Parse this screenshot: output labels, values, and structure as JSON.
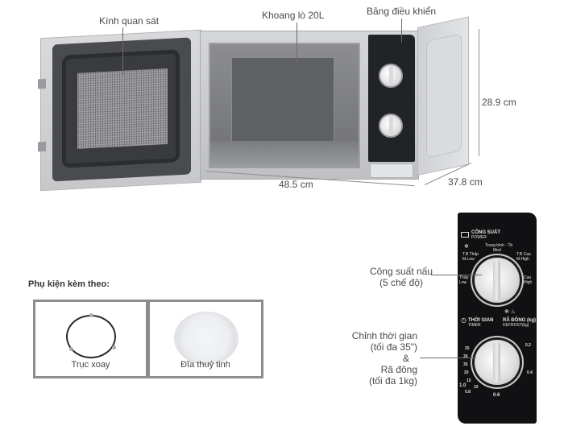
{
  "product_image": {
    "callouts": {
      "viewing_window": "Kính quan sát",
      "cavity": "Khoang lò 20L",
      "control_panel": "Bảng điều khiển"
    },
    "dimensions": {
      "width": "48.5 cm",
      "height": "28.9 cm",
      "depth": "37.8 cm"
    }
  },
  "accessories": {
    "title": "Phụ kiện kèm theo:",
    "items": [
      {
        "name": "Trục xoay",
        "icon": "turntable-ring-icon"
      },
      {
        "name": "Đĩa thuỷ tinh",
        "icon": "glass-plate-icon"
      }
    ]
  },
  "control_panel_closeup": {
    "callouts": {
      "power_line1": "Công suất nấu",
      "power_line2": "(5 chế độ)",
      "timer_line1": "Chỉnh thời gian",
      "timer_line2": "(tối đa 35\")",
      "timer_line3": "&",
      "timer_line4": "Rã đông",
      "timer_line5": "(tối đa 1kg)"
    },
    "panel": {
      "power_heading": "CÔNG SUẤT",
      "power_sub": "POWER",
      "power_levels": {
        "medium": "Trung bình · Tb",
        "medium_sub": "Med",
        "mlow": "T.B Thấp",
        "mlow_sub": "M.Low",
        "mhigh": "T.B Cao",
        "mhigh_sub": "M.High",
        "low": "Thấp",
        "low_sub": "Low",
        "high": "Cao",
        "high_sub": "High"
      },
      "timer_heading": "THỜI GIAN",
      "timer_sub": "TIMER",
      "defrost_heading": "RÃ ĐÔNG (kg)",
      "defrost_sub": "DEFROST(kg)",
      "scale_left": [
        "25",
        "30",
        "35",
        "20",
        "15",
        "10"
      ],
      "scale_bottom": [
        "1.0",
        "0.8",
        "0.6"
      ],
      "scale_right": [
        "0.2",
        "0.4"
      ]
    }
  }
}
